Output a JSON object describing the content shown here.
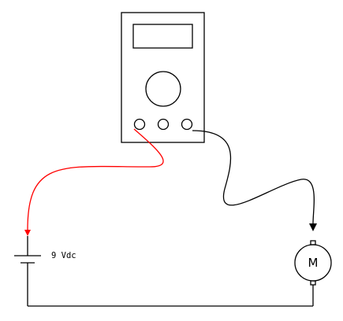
{
  "battery": {
    "label": "9 Vdc"
  },
  "motor": {
    "label": "M"
  },
  "colors": {
    "red_lead": "#ff0000",
    "black_lead": "#000000",
    "outline": "#000000",
    "background": "#ffffff"
  },
  "multimeter": {
    "jacks": 3
  }
}
